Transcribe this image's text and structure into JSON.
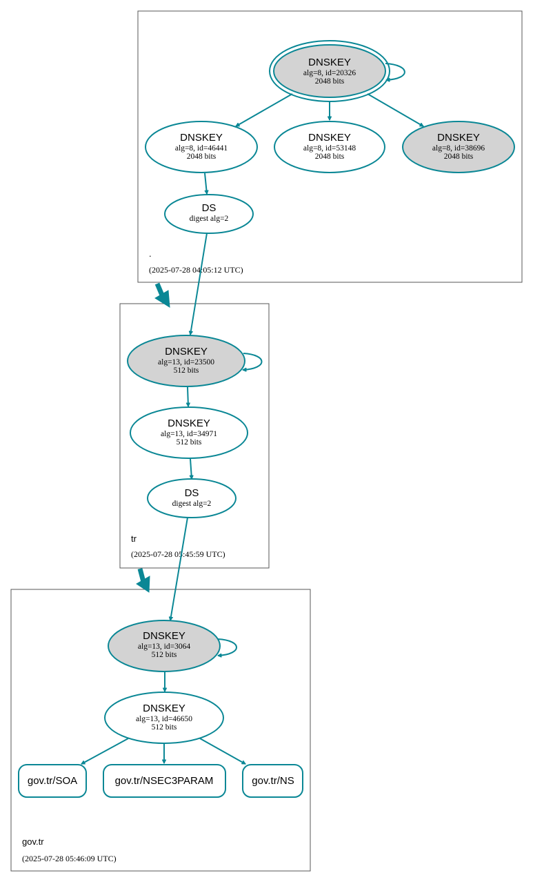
{
  "colors": {
    "edge": "#0a8795",
    "ksk_fill": "#d3d3d3",
    "zsk_fill": "#ffffff",
    "box_stroke": "#555555"
  },
  "zones": {
    "root": {
      "name": ".",
      "timestamp": "(2025-07-28 04:05:12 UTC)"
    },
    "tr": {
      "name": "tr",
      "timestamp": "(2025-07-28 05:45:59 UTC)"
    },
    "gov_tr": {
      "name": "gov.tr",
      "timestamp": "(2025-07-28 05:46:09 UTC)"
    }
  },
  "nodes": {
    "root_ksk_20326": {
      "type": "DNSKEY",
      "line1": "alg=8, id=20326",
      "line2": "2048 bits",
      "shaded": true,
      "double_border": true
    },
    "root_zsk_46441": {
      "type": "DNSKEY",
      "line1": "alg=8, id=46441",
      "line2": "2048 bits",
      "shaded": false
    },
    "root_zsk_53148": {
      "type": "DNSKEY",
      "line1": "alg=8, id=53148",
      "line2": "2048 bits",
      "shaded": false
    },
    "root_ksk_38696": {
      "type": "DNSKEY",
      "line1": "alg=8, id=38696",
      "line2": "2048 bits",
      "shaded": true
    },
    "tr_ds": {
      "type": "DS",
      "line1": "digest alg=2"
    },
    "tr_ksk_23500": {
      "type": "DNSKEY",
      "line1": "alg=13, id=23500",
      "line2": "512 bits",
      "shaded": true
    },
    "tr_zsk_34971": {
      "type": "DNSKEY",
      "line1": "alg=13, id=34971",
      "line2": "512 bits",
      "shaded": false
    },
    "gov_ds": {
      "type": "DS",
      "line1": "digest alg=2"
    },
    "gov_ksk_3064": {
      "type": "DNSKEY",
      "line1": "alg=13, id=3064",
      "line2": "512 bits",
      "shaded": true
    },
    "gov_zsk_46650": {
      "type": "DNSKEY",
      "line1": "alg=13, id=46650",
      "line2": "512 bits",
      "shaded": false
    }
  },
  "rrsets": {
    "soa": "gov.tr/SOA",
    "nsec3param": "gov.tr/NSEC3PARAM",
    "ns": "gov.tr/NS"
  }
}
